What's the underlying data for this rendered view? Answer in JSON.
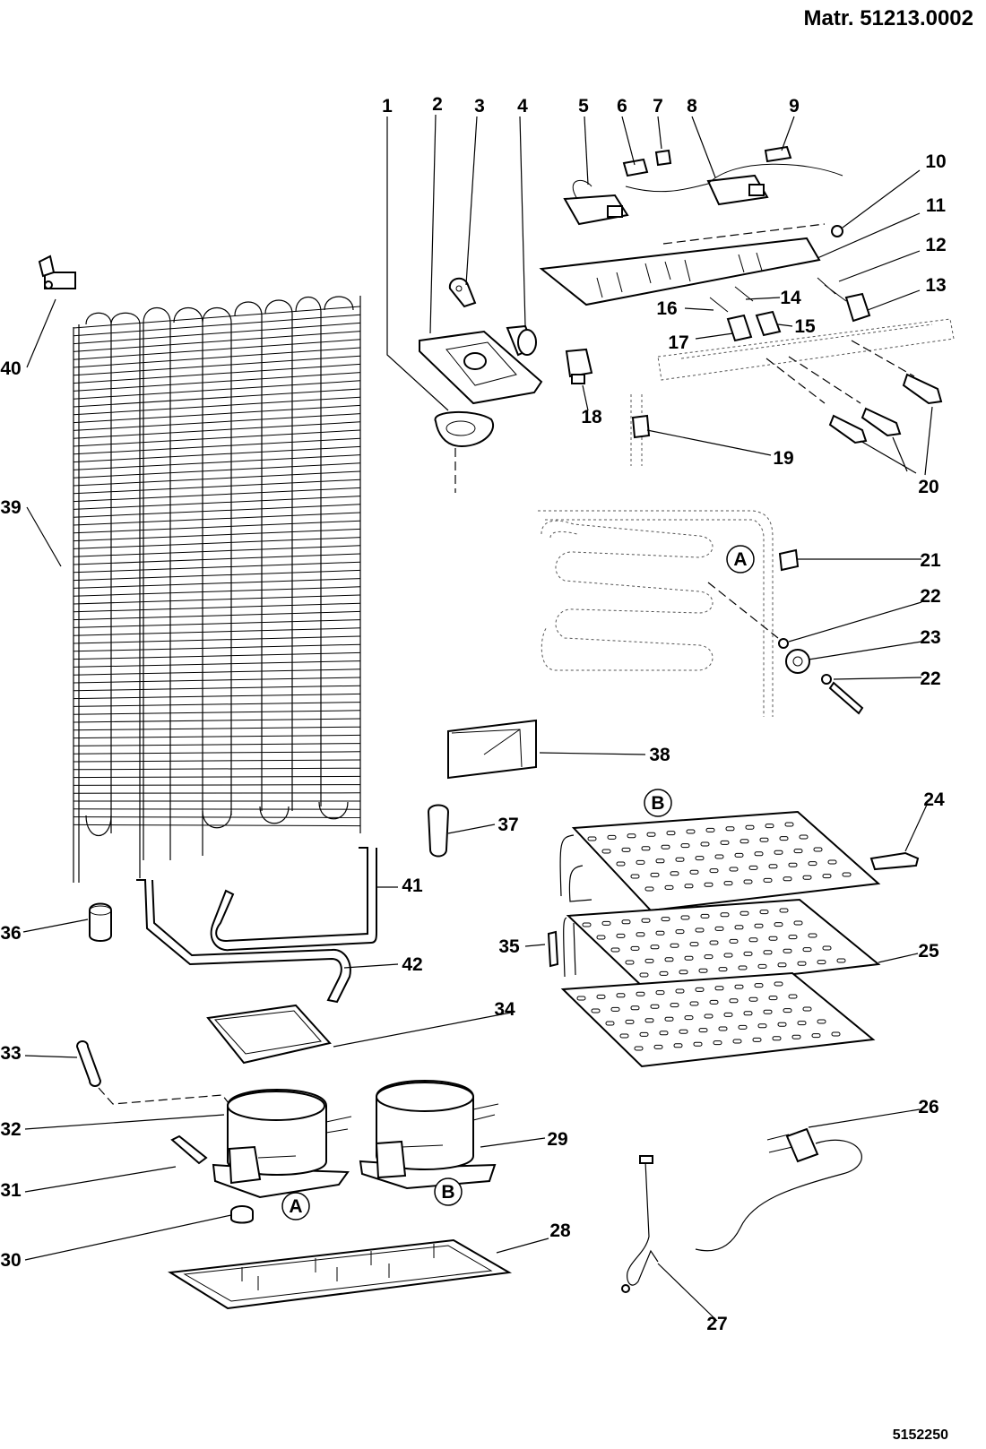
{
  "header": {
    "matr": "Matr. 51213.0002"
  },
  "footer": {
    "code": "5152250"
  },
  "callouts": [
    "1",
    "2",
    "3",
    "4",
    "5",
    "6",
    "7",
    "8",
    "9",
    "10",
    "11",
    "12",
    "13",
    "14",
    "15",
    "16",
    "17",
    "18",
    "19",
    "20",
    "21",
    "22",
    "23",
    "22",
    "24",
    "25",
    "26",
    "27",
    "28",
    "29",
    "30",
    "31",
    "32",
    "33",
    "34",
    "35",
    "36",
    "37",
    "38",
    "39",
    "40",
    "41",
    "42"
  ],
  "variants": [
    "A",
    "B",
    "A",
    "B"
  ]
}
